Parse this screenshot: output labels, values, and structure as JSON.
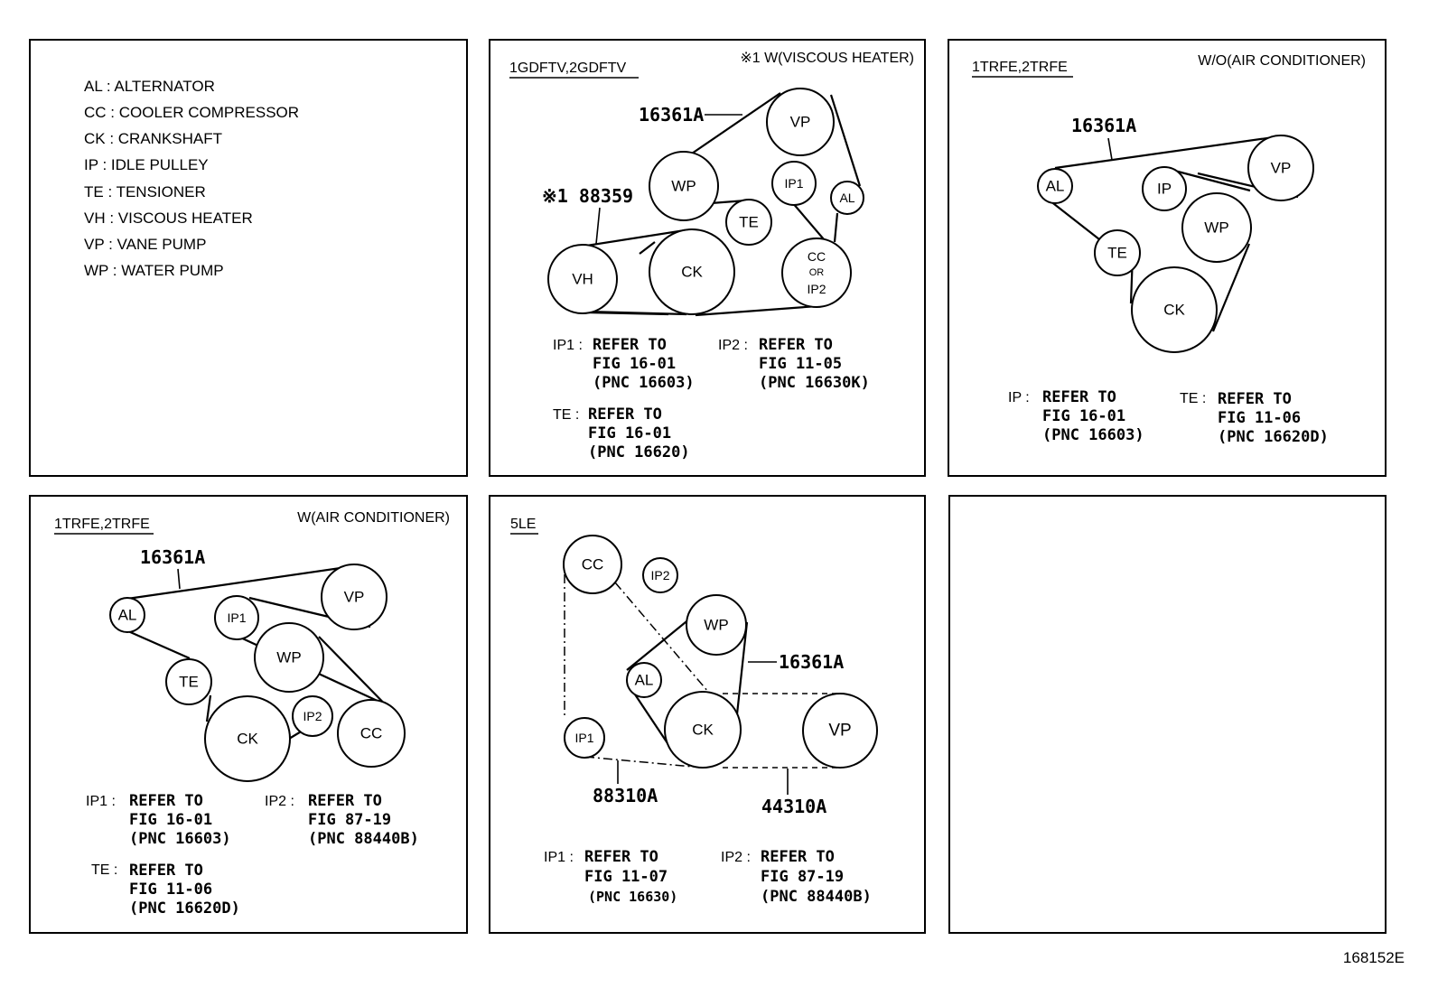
{
  "legend": [
    "AL : ALTERNATOR",
    "CC : COOLER COMPRESSOR",
    "CK : CRANKSHAFT",
    "IP : IDLE PULLEY",
    "TE : TENSIONER",
    "VH : VISCOUS HEATER",
    "VP : VANE PUMP",
    "WP : WATER PUMP"
  ],
  "panel_gdftv": {
    "engine": "1GDFTV,2GDFTV",
    "condition": "※1 W(VISCOUS HEATER)",
    "belt_main": "16361A",
    "belt_vh": "※1 88359",
    "pulleys": {
      "vp": "VP",
      "wp": "WP",
      "ip1": "IP1",
      "al": "AL",
      "te": "TE",
      "vh": "VH",
      "ck": "CK",
      "cc1": "CC",
      "cc2": "OR",
      "cc3": "IP2"
    },
    "refs": [
      {
        "key": "IP1 :",
        "lines": [
          "REFER TO",
          "FIG 16-01",
          "(PNC 16603)"
        ]
      },
      {
        "key": "IP2 :",
        "lines": [
          "REFER TO",
          "FIG 11-05",
          "(PNC 16630K)"
        ]
      },
      {
        "key": "TE :",
        "lines": [
          "REFER TO",
          "FIG 16-01",
          "(PNC 16620)"
        ]
      }
    ]
  },
  "panel_trfe_woac": {
    "engine": "1TRFE,2TRFE",
    "condition": "W/O(AIR CONDITIONER)",
    "belt_main": "16361A",
    "pulleys": {
      "al": "AL",
      "ip": "IP",
      "vp": "VP",
      "wp": "WP",
      "te": "TE",
      "ck": "CK"
    },
    "refs": [
      {
        "key": "IP :",
        "lines": [
          "REFER TO",
          "FIG 16-01",
          "(PNC 16603)"
        ]
      },
      {
        "key": "TE :",
        "lines": [
          "REFER TO",
          "FIG 11-06",
          "(PNC 16620D)"
        ]
      }
    ]
  },
  "panel_trfe_wac": {
    "engine": "1TRFE,2TRFE",
    "condition": "W(AIR CONDITIONER)",
    "belt_main": "16361A",
    "pulleys": {
      "al": "AL",
      "ip1": "IP1",
      "vp": "VP",
      "wp": "WP",
      "te": "TE",
      "ck": "CK",
      "ip2": "IP2",
      "cc": "CC"
    },
    "refs": [
      {
        "key": "IP1 :",
        "lines": [
          "REFER TO",
          "FIG 16-01",
          "(PNC 16603)"
        ]
      },
      {
        "key": "IP2 :",
        "lines": [
          "REFER TO",
          "FIG 87-19",
          "(PNC 88440B)"
        ]
      },
      {
        "key": "TE :",
        "lines": [
          "REFER TO",
          "FIG 11-06",
          "(PNC 16620D)"
        ]
      }
    ]
  },
  "panel_5le": {
    "engine": "5LE",
    "belt_main": "16361A",
    "belt_cc": "88310A",
    "belt_vp": "44310A",
    "pulleys": {
      "cc": "CC",
      "ip2": "IP2",
      "wp": "WP",
      "al": "AL",
      "ck": "CK",
      "vp": "VP",
      "ip1": "IP1"
    },
    "refs": [
      {
        "key": "IP1 :",
        "lines": [
          "REFER TO",
          "FIG 11-07",
          "(PNC 16630)"
        ]
      },
      {
        "key": "IP2 :",
        "lines": [
          "REFER TO",
          "FIG 87-19",
          "(PNC 88440B)"
        ]
      }
    ]
  },
  "figure_id": "168152E"
}
